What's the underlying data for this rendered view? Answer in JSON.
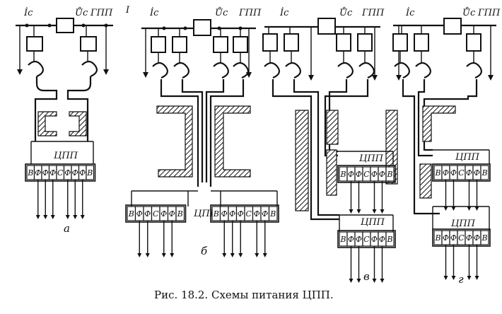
{
  "caption": "Рис. 18.2. Схемы питания ЦПП.",
  "labels": {
    "i_c": "İc",
    "u_c": "Ůc",
    "gpp": "ГПП",
    "cpp": "ЦПП",
    "bus_marker": "I"
  },
  "sub_labels": {
    "a": "а",
    "b": "б",
    "v": "в",
    "g": "г"
  },
  "cell_glyphs": {
    "v": "В",
    "f": "Ф",
    "s": "С"
  },
  "rows": {
    "a": [
      "В",
      "Ф",
      "Ф",
      "Ф",
      "С",
      "Ф",
      "Ф",
      "Ф",
      "В"
    ],
    "b1": [
      "В",
      "Ф",
      "Ф",
      "С",
      "Ф",
      "Ф",
      "В"
    ],
    "b2": [
      "В",
      "Ф",
      "Ф",
      "Ф",
      "С",
      "Ф",
      "Ф",
      "В"
    ],
    "v_top": [
      "В",
      "Ф",
      "Ф",
      "С",
      "Ф",
      "Ф",
      "В"
    ],
    "v_bot": [
      "В",
      "Ф",
      "Ф",
      "С",
      "Ф",
      "Ф",
      "В"
    ],
    "g_top": [
      "В",
      "Ф",
      "Ф",
      "С",
      "Ф",
      "Ф",
      "В"
    ],
    "g_bot": [
      "В",
      "Ф",
      "Ф",
      "С",
      "Ф",
      "Ф",
      "В"
    ]
  }
}
